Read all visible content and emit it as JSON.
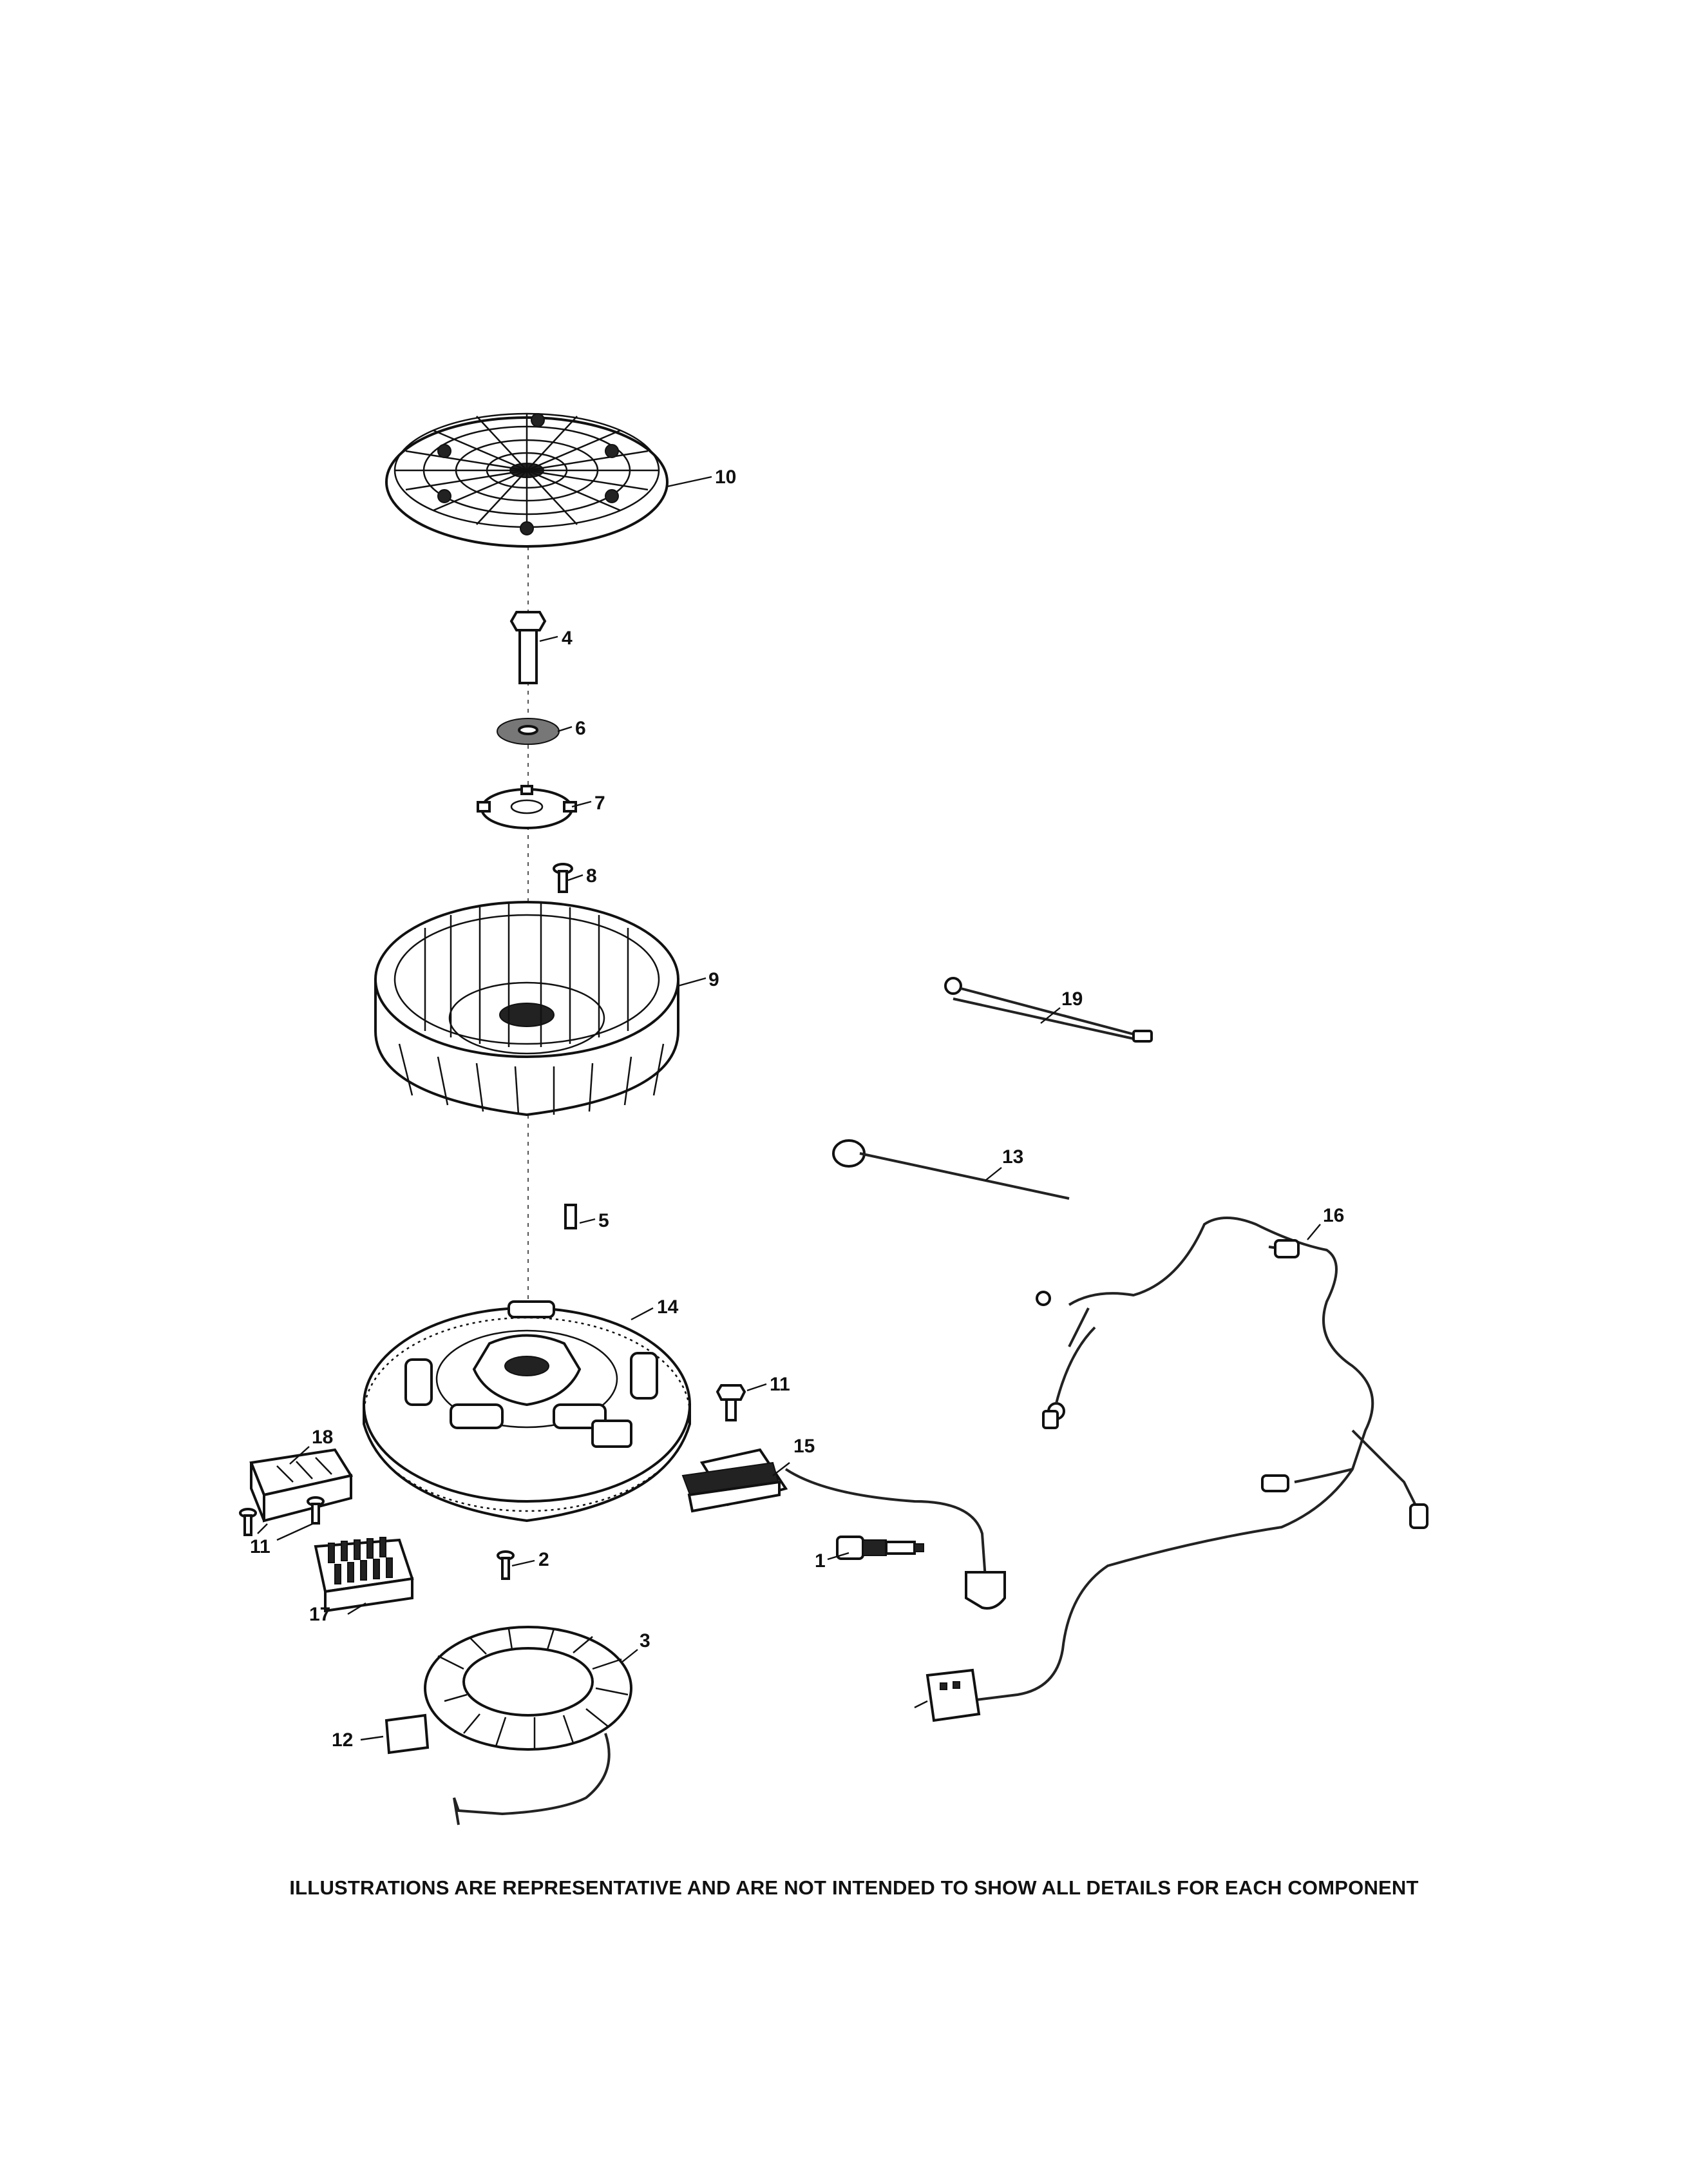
{
  "callouts": {
    "c1": "1",
    "c2": "2",
    "c3": "3",
    "c4": "4",
    "c5": "5",
    "c6": "6",
    "c7": "7",
    "c8": "8",
    "c9": "9",
    "c10": "10",
    "c11a": "11",
    "c11b": "11",
    "c12": "12",
    "c13": "13",
    "c14": "14",
    "c15": "15",
    "c16": "16",
    "c17": "17",
    "c18": "18",
    "c19": "19"
  },
  "disclaimer": "ILLUSTRATIONS ARE REPRESENTATIVE AND ARE NOT INTENDED TO SHOW ALL DETAILS FOR EACH COMPONENT"
}
